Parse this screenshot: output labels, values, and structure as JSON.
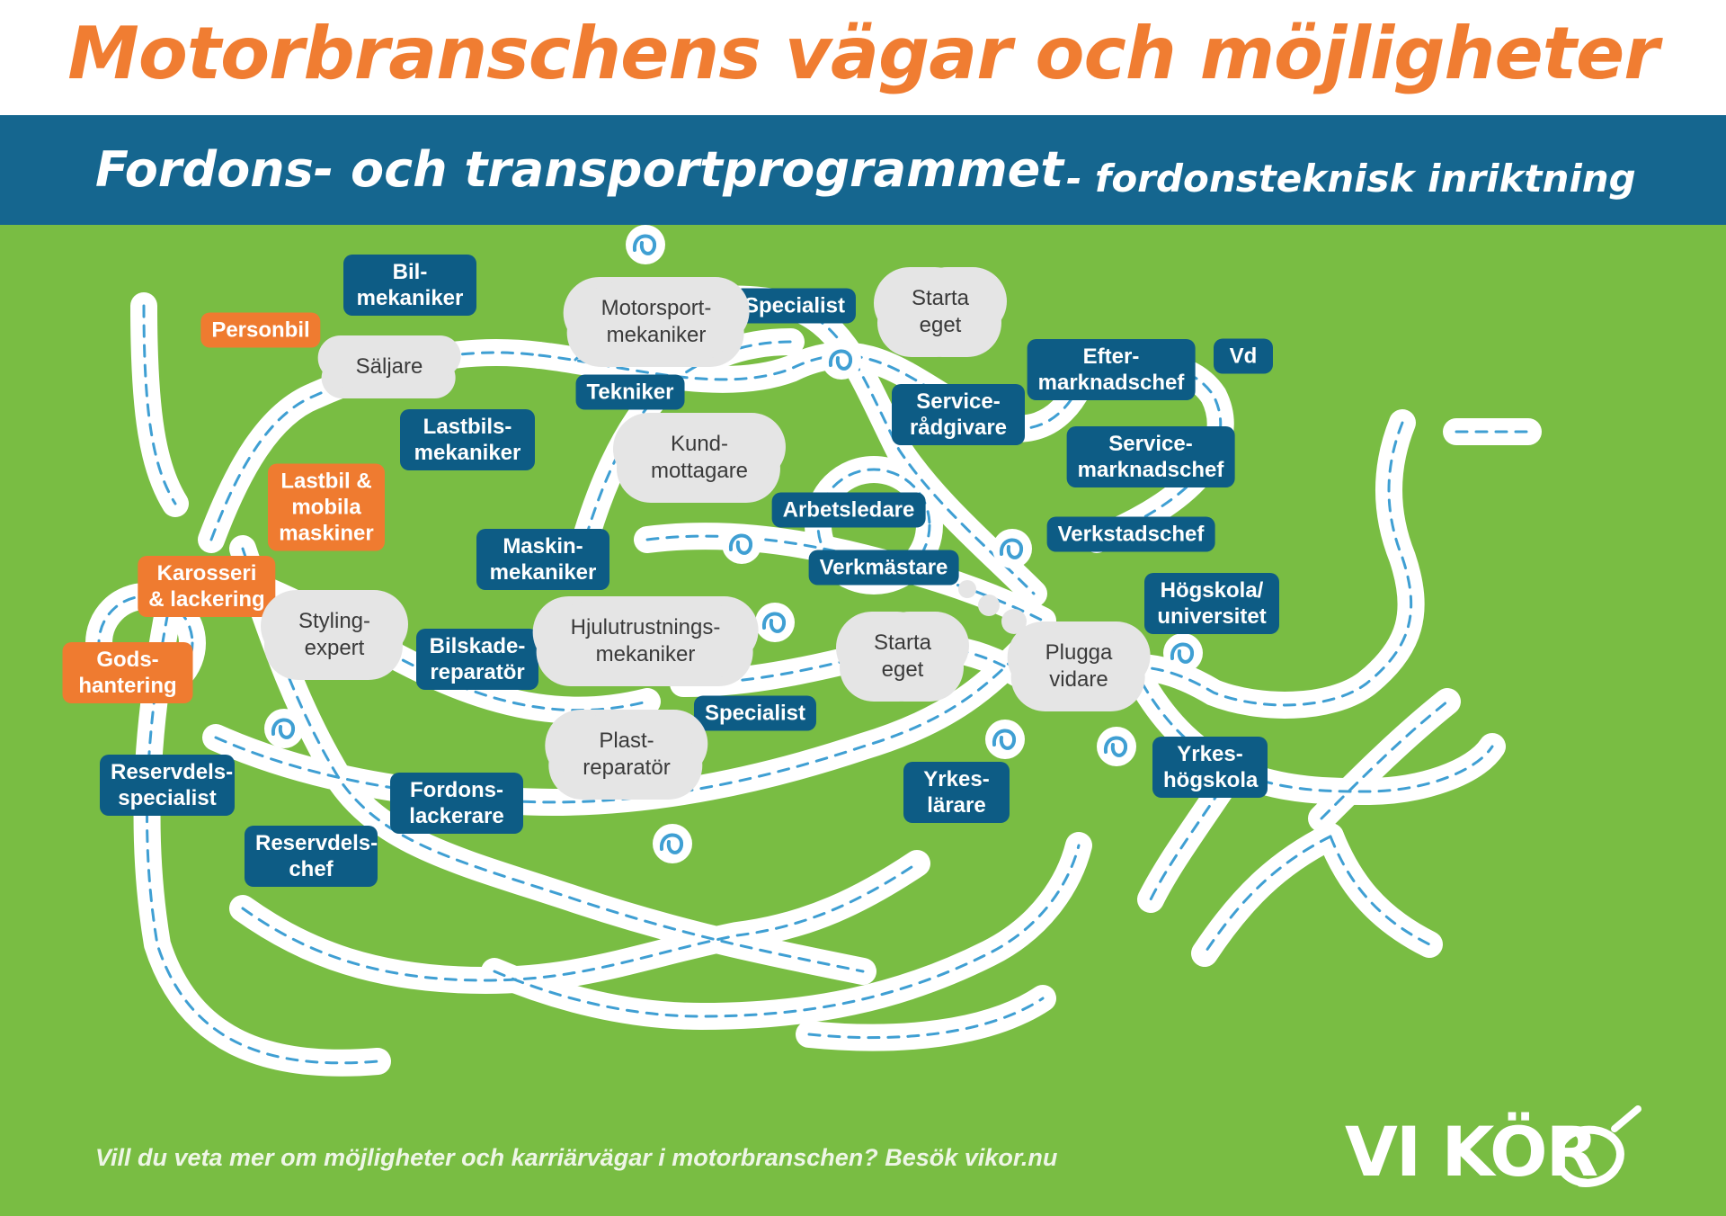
{
  "header": {
    "title": "Motorbranschens vägar och möjligheter",
    "subtitle_main": "Fordons- och transportprogrammet",
    "subtitle_tail": "- fordonsteknisk inriktning"
  },
  "entries": {
    "personbil": "Personbil",
    "lastbil": "Lastbil &\nmobila\nmaskiner",
    "karosseri": "Karosseri\n& lackering",
    "gods": "Gods-\nhantering"
  },
  "roles": {
    "bilmekaniker": "Bil-\nmekaniker",
    "specialist_top": "Specialist",
    "tekniker": "Tekniker",
    "lastbilsmekaniker": "Lastbils-\nmekaniker",
    "servicerad": "Service-\nrådgivare",
    "eftermarknad": "Efter-\nmarknadschef",
    "vd": "Vd",
    "servicemarknad": "Service-\nmarknadschef",
    "arbetsledare": "Arbetsledare",
    "verkstadschef": "Verkstadschef",
    "maskinmekaniker": "Maskin-\nmekaniker",
    "verkmastare": "Verkmästare",
    "hogskola": "Högskola/\nuniversitet",
    "bilskade": "Bilskade-\nreparatör",
    "specialist_mid": "Specialist",
    "reservdelsspec": "Reservdels-\nspecialist",
    "fordonslack": "Fordons-\nlackerare",
    "reservdelschef": "Reservdels-\nchef",
    "yrkeslarare": "Yrkes-\nlärare",
    "yrkeshogskola": "Yrkes-\nhögskola"
  },
  "options": {
    "motorsport": "Motorsport-\nmekaniker",
    "starta_top": "Starta\neget",
    "saljare": "Säljare",
    "kundmottagare": "Kund-\nmottagare",
    "styling": "Styling-\nexpert",
    "hjulutrustning": "Hjulutrustnings-\nmekaniker",
    "starta_mid": "Starta\neget",
    "plugga": "Plugga\nvidare",
    "plast": "Plast-\nreparatör"
  },
  "footer": {
    "text": "Vill du veta mer om möjligheter och karriärvägar i motorbranschen? Besök vikor.nu",
    "logo": "VI KÖR"
  },
  "colors": {
    "title_orange": "#f07d32",
    "band_blue": "#15668f",
    "field_green": "#79bd43",
    "role_blue": "#0d5c85",
    "entry_orange": "#ef7b30",
    "cloud_grey": "#e5e5e5",
    "lane_dash": "#3f9fd3"
  },
  "icons": [
    "road-loop-icon",
    "start-swirl-icon",
    "logo-swirl-icon"
  ]
}
